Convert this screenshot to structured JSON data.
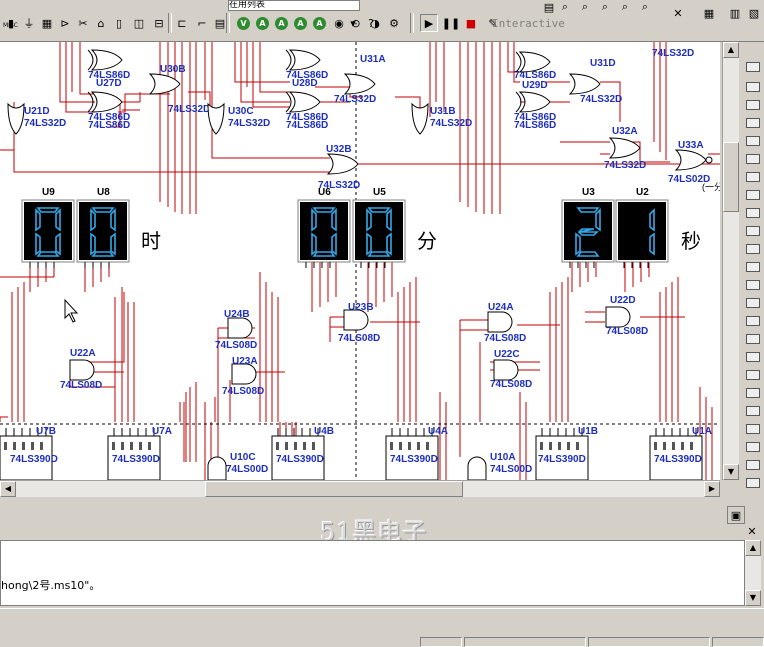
{
  "toolbar": {
    "misc_label": "MISC",
    "combo_value": "在用列表",
    "sim_mode": "Interactive",
    "probes": [
      "V",
      "A",
      "A",
      "A",
      "A"
    ]
  },
  "schematic": {
    "displays": [
      {
        "ref": "U9",
        "digit": "0"
      },
      {
        "ref": "U8",
        "digit": "0"
      },
      {
        "ref": "U6",
        "digit": "0"
      },
      {
        "ref": "U5",
        "digit": "0"
      },
      {
        "ref": "U3",
        "digit": "2"
      },
      {
        "ref": "U2",
        "digit": "1"
      }
    ],
    "unit_labels": {
      "hour": "时",
      "minute": "分",
      "second": "秒"
    },
    "cut_text": "(一分",
    "gates": [
      {
        "ref": "U30B",
        "part": "74LS32D"
      },
      {
        "ref": "U31A",
        "part": "74LS32D"
      },
      {
        "ref": "U31D",
        "part": "74LS32D"
      },
      {
        "ref": "U21D",
        "part": "74LS32D"
      },
      {
        "ref": "U27D",
        "part": "74LS86D"
      },
      {
        "ref": "U28D",
        "part": "74LS86D"
      },
      {
        "ref": "U29D",
        "part": "74LS86D"
      },
      {
        "ref": "U30C",
        "part": "74LS32D"
      },
      {
        "ref": "U31B",
        "part": "74LS32D"
      },
      {
        "ref": "U32A",
        "part": "74LS32D"
      },
      {
        "ref": "U33A",
        "part": "74LS02D"
      },
      {
        "ref": "U32B",
        "part": "74LS32D"
      },
      {
        "ref": "U24B",
        "part": "74LS08D"
      },
      {
        "ref": "U23B",
        "part": "74LS08D"
      },
      {
        "ref": "U24A",
        "part": "74LS08D"
      },
      {
        "ref": "U22D",
        "part": "74LS08D"
      },
      {
        "ref": "U22A",
        "part": "74LS08D"
      },
      {
        "ref": "U23A",
        "part": "74LS08D"
      },
      {
        "ref": "U22C",
        "part": "74LS08D"
      },
      {
        "ref": "U10C",
        "part": "74LS00D"
      },
      {
        "ref": "U10A",
        "part": "74LS00D"
      }
    ],
    "xor_labels": [
      "74LS86D",
      "74LS86D",
      "74LS86D",
      "74LS86D",
      "74LS86D",
      "74LS86D"
    ],
    "top_cut_part": "74LS32D",
    "counters": [
      {
        "ref": "U7B",
        "part": "74LS390D"
      },
      {
        "ref": "U7A",
        "part": "74LS390D"
      },
      {
        "ref": "U4B",
        "part": "74LS390D"
      },
      {
        "ref": "U4A",
        "part": "74LS390D"
      },
      {
        "ref": "U1B",
        "part": "74LS390D"
      },
      {
        "ref": "U1A",
        "part": "74LS390D"
      }
    ]
  },
  "watermark": "51黑电子",
  "output": {
    "line": "hong\\2号.ms10\"。"
  },
  "colors": {
    "wire": "#c00000",
    "label": "#1e2fbf",
    "segment": "#33a8e8",
    "display_bg": "#000000"
  }
}
